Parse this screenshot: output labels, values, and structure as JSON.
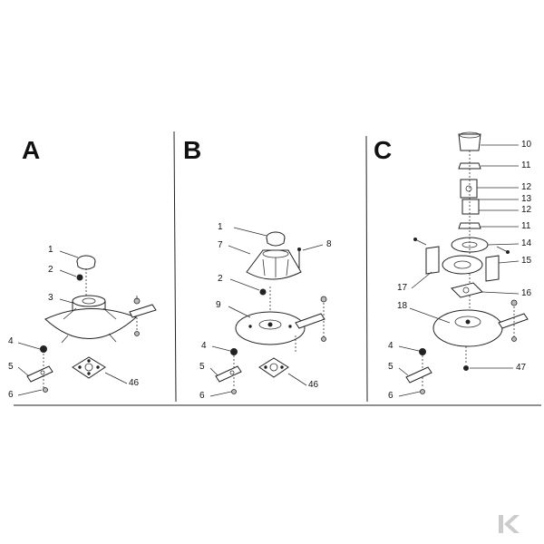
{
  "panels": [
    {
      "letter": "A",
      "callouts": [
        "1",
        "2",
        "3",
        "4",
        "5",
        "6",
        "46"
      ]
    },
    {
      "letter": "B",
      "callouts": [
        "1",
        "7",
        "8",
        "2",
        "9",
        "4",
        "5",
        "6",
        "46"
      ]
    },
    {
      "letter": "C",
      "callouts": [
        "10",
        "11",
        "12",
        "13",
        "12",
        "11",
        "14",
        "15",
        "17",
        "16",
        "18",
        "4",
        "5",
        "6",
        "47"
      ]
    }
  ],
  "brand_mark": "K"
}
